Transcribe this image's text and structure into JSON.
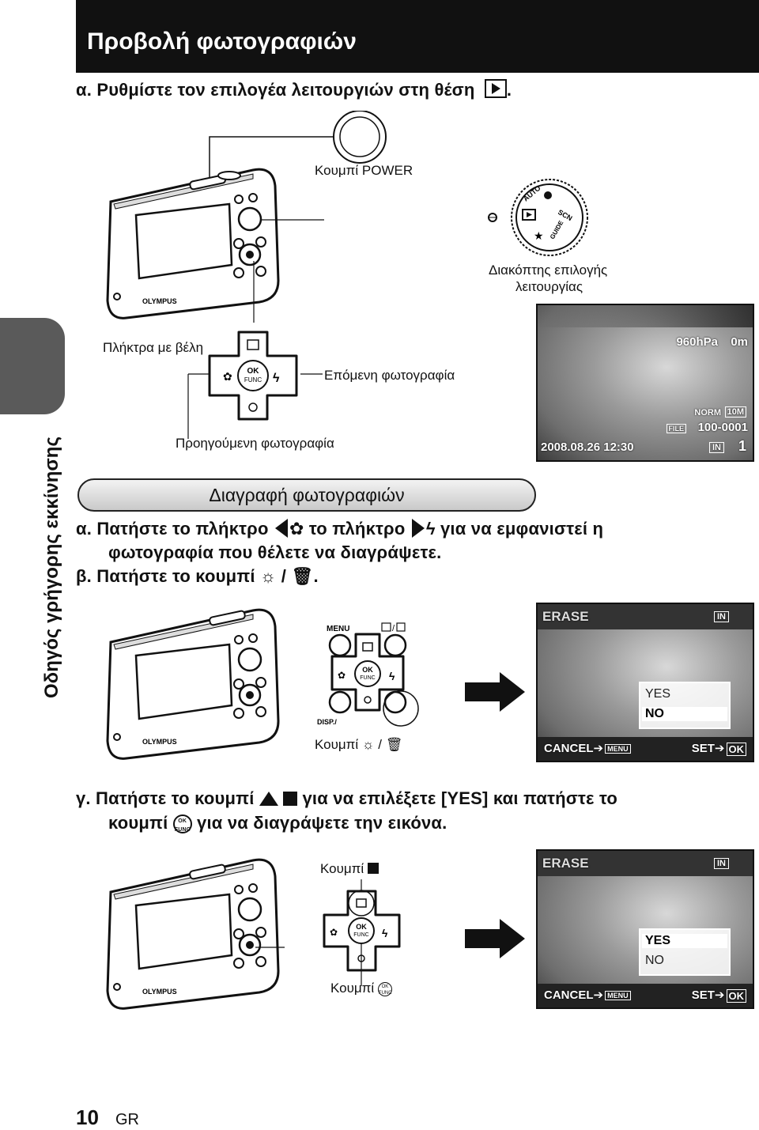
{
  "header": {
    "title": "Προβολή φωτογραφιών"
  },
  "side_tab": {
    "label": "Οδηγός γρήγορης εκκίνησης"
  },
  "view_section": {
    "step_a": "α.  Ρυθμίστε τον επιλογέα λειτουργιών στη θέση",
    "step_a_end": ".",
    "power_label": "Κουμπί POWER",
    "mode_dial_label_1": "Διακόπτης επιλογής",
    "mode_dial_label_2": "λειτουργίας",
    "arrow_keys_label": "Πλήκτρα με βέλη",
    "next_photo_label": "Επόμενη φωτογραφία",
    "prev_photo_label": "Προηγούμενη φωτογραφία",
    "camera_brand": "OLYMPUS",
    "dial_labels": [
      "AUTO",
      "SCN",
      "GUIDE"
    ],
    "pad_center_1": "OK",
    "pad_center_2": "FUNC",
    "screen": {
      "pressure": "960hPa",
      "altitude": "0m",
      "quality": "NORM",
      "size": "10M",
      "file_tag": "FILE",
      "file_number": "100-0001",
      "datetime": "2008.08.26  12:30",
      "memory": "IN",
      "frame": "1"
    }
  },
  "delete_section": {
    "title": "Διαγραφή φωτογραφιών",
    "step_a_1": "α.  Πατήστε το πλήκτρο",
    "step_a_2": "το πλήκτρο",
    "step_a_3": "για να εμφανιστεί η",
    "step_a_line2": "φωτογραφία που θέλετε να διαγράψετε.",
    "step_b": "β.  Πατήστε το κουμπί",
    "step_b_sep": "/",
    "step_b_end": ".",
    "menu_label": "MENU",
    "disp_label": "DISP./",
    "button_label": "Κουμπί",
    "button_sep": "/",
    "erase_screen": {
      "title": "ERASE",
      "memory": "IN",
      "options": [
        "YES",
        "NO"
      ],
      "selected": "NO",
      "cancel": "CANCEL",
      "cancel_key": "MENU",
      "set": "SET",
      "set_key": "OK"
    },
    "step_c_1": "γ.  Πατήστε το κουμπί",
    "step_c_2": "για να επιλέξετε [YES] και πατήστε το",
    "step_c_line2_1": "κουμπί",
    "step_c_line2_2": "για να διαγράψετε την εικόνα.",
    "up_button_label": "Κουμπί",
    "ok_button_label": "Κουμπί",
    "erase_screen_2": {
      "title": "ERASE",
      "memory": "IN",
      "options": [
        "YES",
        "NO"
      ],
      "selected": "YES",
      "cancel": "CANCEL",
      "cancel_key": "MENU",
      "set": "SET",
      "set_key": "OK"
    }
  },
  "footer": {
    "page_number": "10",
    "language": "GR"
  }
}
